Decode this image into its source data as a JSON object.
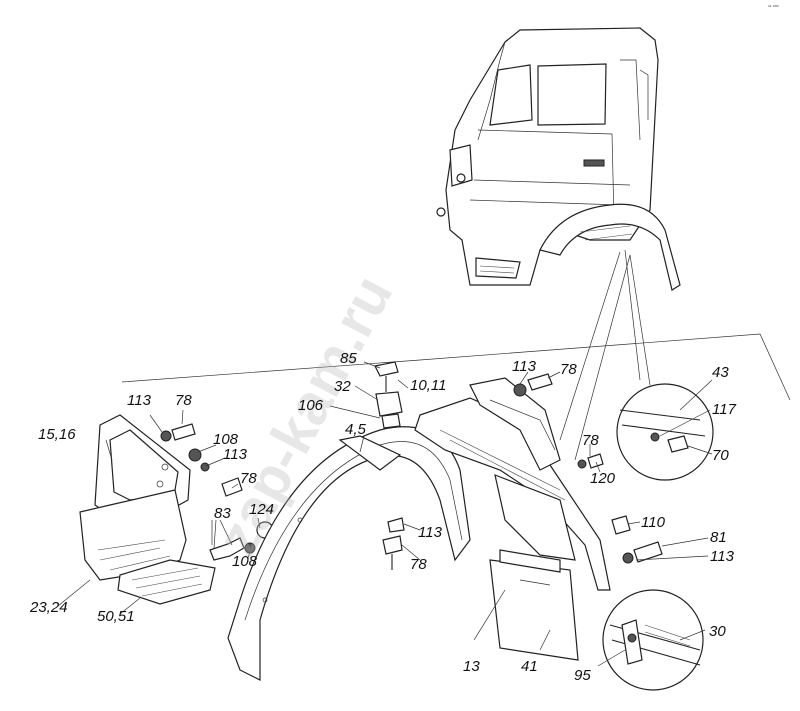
{
  "corner_mark": "ⁿ¹ ᵒᵒᵒ",
  "watermark": "zap-kam.ru",
  "callouts": {
    "c_15_16": "15,16",
    "c_113_a": "113",
    "c_78_a": "78",
    "c_108_a": "108",
    "c_113_b": "113",
    "c_78_b": "78",
    "c_83": "83",
    "c_124": "124",
    "c_108_b": "108",
    "c_23_24": "23,24",
    "c_50_51": "50,51",
    "c_85": "85",
    "c_32": "32",
    "c_106": "106",
    "c_10_11": "10,11",
    "c_4_5": "4,5",
    "c_113_c": "113",
    "c_78_c": "78",
    "c_113_d": "113",
    "c_78_d": "78",
    "c_78_e": "78",
    "c_120": "120",
    "c_43": "43",
    "c_117": "117",
    "c_70": "70",
    "c_110": "110",
    "c_81": "81",
    "c_113_e": "113",
    "c_13": "13",
    "c_41": "41",
    "c_30": "30",
    "c_95": "95"
  }
}
